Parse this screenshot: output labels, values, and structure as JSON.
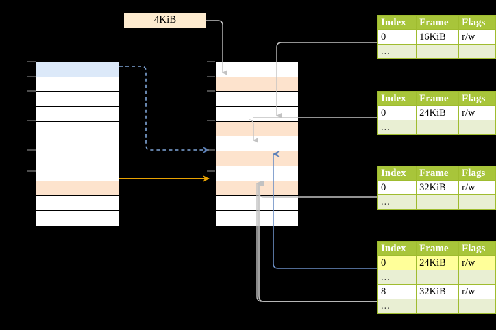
{
  "diagram": {
    "title": "page-table-walk-diagram",
    "callout": {
      "label": "4KiB"
    },
    "colors": {
      "background": "#000000",
      "header_green": "#a8c53a",
      "dots_green": "#e9efd3",
      "table_border": "#9fbc2f",
      "peach": "#fde3cd",
      "blue_row": "#dce9f9",
      "callout_bg": "#fdebcf",
      "highlight_yellow": "#ffff99",
      "orange_arrow": "#e8a202",
      "blue_arrow": "#6b8ec4",
      "gray_arrow": "#c8c8c8"
    },
    "columns": [
      {
        "name": "left-memory-column",
        "rows": [
          {
            "fill": "blue"
          },
          {
            "fill": "white"
          },
          {
            "fill": "white"
          },
          {
            "fill": "white"
          },
          {
            "fill": "white"
          },
          {
            "fill": "white"
          },
          {
            "fill": "white"
          },
          {
            "fill": "white"
          },
          {
            "fill": "peach"
          },
          {
            "fill": "white"
          },
          {
            "fill": "white"
          }
        ]
      },
      {
        "name": "middle-memory-column",
        "rows": [
          {
            "fill": "white"
          },
          {
            "fill": "peach"
          },
          {
            "fill": "white"
          },
          {
            "fill": "white"
          },
          {
            "fill": "peach"
          },
          {
            "fill": "white"
          },
          {
            "fill": "peach"
          },
          {
            "fill": "white"
          },
          {
            "fill": "peach"
          },
          {
            "fill": "white"
          },
          {
            "fill": "white"
          }
        ]
      }
    ],
    "page_tables": [
      {
        "name": "page-table-1",
        "headers": [
          "Index",
          "Frame",
          "Flags"
        ],
        "rows": [
          {
            "cells": [
              "0",
              "16KiB",
              "r/w"
            ],
            "style": "normal",
            "highlight": [
              false,
              false,
              false
            ]
          },
          {
            "cells": [
              "...",
              "",
              ""
            ],
            "style": "dots",
            "highlight": [
              false,
              false,
              false
            ]
          }
        ]
      },
      {
        "name": "page-table-2",
        "headers": [
          "Index",
          "Frame",
          "Flags"
        ],
        "rows": [
          {
            "cells": [
              "0",
              "24KiB",
              "r/w"
            ],
            "style": "normal",
            "highlight": [
              false,
              false,
              false
            ]
          },
          {
            "cells": [
              "...",
              "",
              ""
            ],
            "style": "dots",
            "highlight": [
              false,
              false,
              false
            ]
          }
        ]
      },
      {
        "name": "page-table-3",
        "headers": [
          "Index",
          "Frame",
          "Flags"
        ],
        "rows": [
          {
            "cells": [
              "0",
              "32KiB",
              "r/w"
            ],
            "style": "normal",
            "highlight": [
              false,
              false,
              false
            ]
          },
          {
            "cells": [
              "...",
              "",
              ""
            ],
            "style": "dots",
            "highlight": [
              false,
              false,
              false
            ]
          }
        ]
      },
      {
        "name": "page-table-4",
        "headers": [
          "Index",
          "Frame",
          "Flags"
        ],
        "rows": [
          {
            "cells": [
              "0",
              "24KiB",
              "r/w"
            ],
            "style": "normal",
            "highlight": [
              true,
              true,
              true
            ]
          },
          {
            "cells": [
              "...",
              "",
              ""
            ],
            "style": "dots",
            "highlight": [
              false,
              false,
              false
            ]
          },
          {
            "cells": [
              "8",
              "32KiB",
              "r/w"
            ],
            "style": "normal",
            "highlight": [
              false,
              false,
              false
            ]
          },
          {
            "cells": [
              "...",
              "",
              ""
            ],
            "style": "dots",
            "highlight": [
              false,
              false,
              false
            ]
          }
        ]
      }
    ]
  }
}
